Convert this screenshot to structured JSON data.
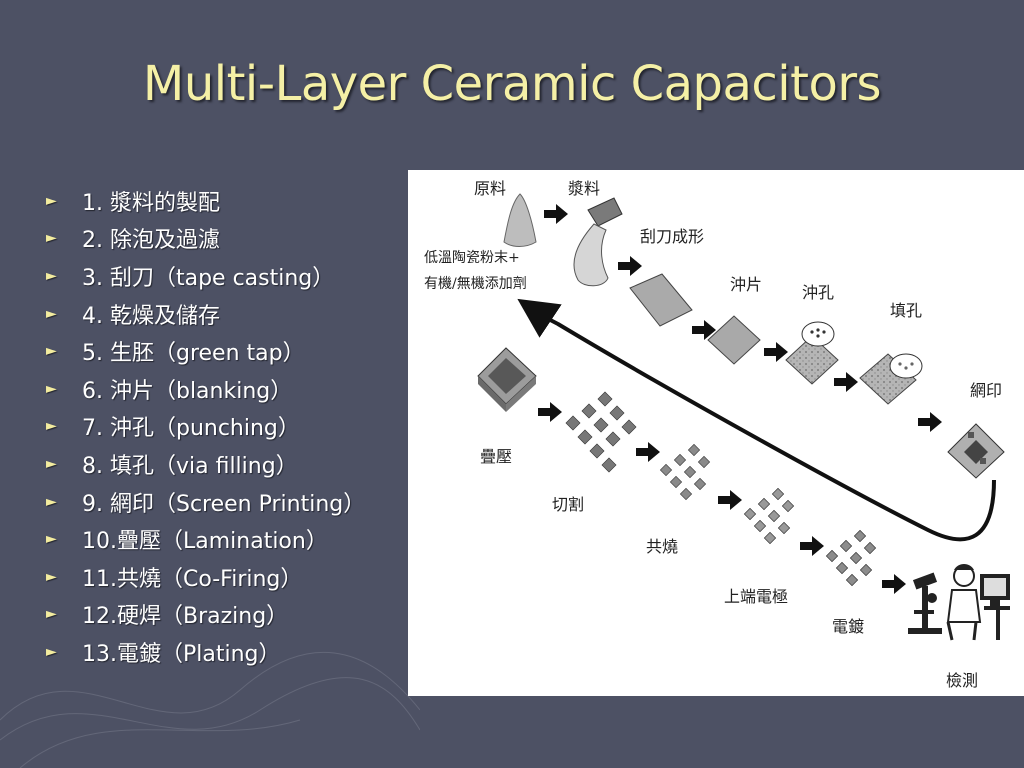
{
  "slide": {
    "title": "Multi-Layer Ceramic Capacitors",
    "bullet_marker": "►",
    "bullets": [
      "1. 漿料的製配",
      "2. 除泡及過濾",
      "3. 刮刀（tape casting）",
      "4. 乾燥及儲存",
      "5. 生胚（green tap）",
      "6. 沖片（blanking）",
      "7. 沖孔（punching）",
      "8. 填孔（via filling）",
      "9. 網印（Screen Printing）",
      "10.疊壓（Lamination）",
      "11.共燒（Co-Firing）",
      "12.硬焊（Brazing）",
      "13.電鍍（Plating）"
    ]
  },
  "diagram": {
    "labels": {
      "raw_material": "原料",
      "slurry": "漿料",
      "doctor_blade": "刮刀成形",
      "powder_line1": "低溫陶瓷粉末+",
      "powder_line2": "有機/無機添加劑",
      "blanking": "沖片",
      "punching": "沖孔",
      "via_fill": "填孔",
      "screen_print": "網印",
      "lamination": "疊壓",
      "cutting": "切割",
      "cofiring": "共燒",
      "termination": "上端電極",
      "plating": "電鍍",
      "inspection": "檢測"
    },
    "colors": {
      "arrow": "#1a1a1a",
      "sheet": "#a9a9a9",
      "sheet_dark": "#6f6f6f",
      "print_pattern": "#555555"
    }
  }
}
